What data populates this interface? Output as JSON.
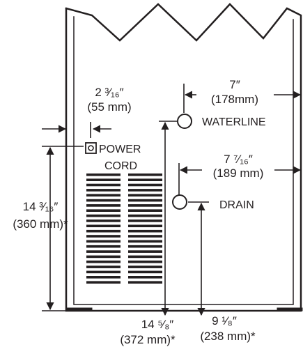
{
  "labels": {
    "power_cord_line1": "POWER",
    "power_cord_line2": "CORD",
    "waterline": "WATERLINE",
    "drain": "DRAIN"
  },
  "dimensions": {
    "cord_offset": {
      "imperial": "2 ³⁄₁₆″",
      "metric": "(55 mm)"
    },
    "waterline_offset": {
      "imperial": "7″",
      "metric": "(178mm)"
    },
    "drain_offset": {
      "imperial": "7 ⁷⁄₁₆″",
      "metric": "(189 mm)"
    },
    "cord_height": {
      "imperial": "14 ³⁄₁₆″",
      "metric": "(360 mm)*"
    },
    "waterline_height": {
      "imperial": "14 ⁵⁄₈″",
      "metric": "(372 mm)*"
    },
    "drain_height": {
      "imperial": "9 ¹⁄₈″",
      "metric": "(238 mm)*"
    }
  },
  "colors": {
    "ink": "#231f20",
    "background": "#ffffff"
  }
}
